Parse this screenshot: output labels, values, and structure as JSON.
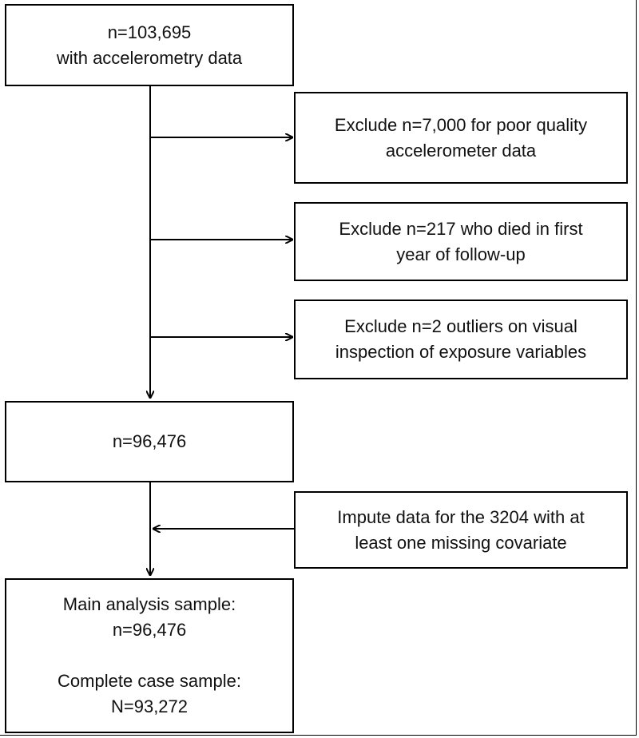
{
  "flowchart": {
    "start": {
      "line1": "n=103,695",
      "line2": "with accelerometry data"
    },
    "exclusion1": {
      "line1": "Exclude n=7,000 for poor quality",
      "line2": "accelerometer data"
    },
    "exclusion2": {
      "line1": "Exclude n=217 who died in first",
      "line2": "year of follow-up"
    },
    "exclusion3": {
      "line1": "Exclude n=2 outliers on visual",
      "line2": "inspection of exposure variables"
    },
    "middle": {
      "line1": "n=96,476"
    },
    "impute": {
      "line1": "Impute data for the 3204 with at",
      "line2": "least one missing covariate"
    },
    "final": {
      "line1": "Main analysis sample:",
      "line2": "n=96,476",
      "line3": "Complete case sample:",
      "line4": "N=93,272"
    }
  }
}
